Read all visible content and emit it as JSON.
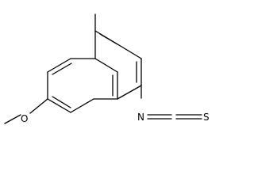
{
  "molecule": {
    "atoms": {
      "nitrogen": "N",
      "sulfur": "S",
      "oxygen": "O"
    },
    "colors": {
      "bond": "#000000",
      "label": "#000000",
      "background": "#ffffff"
    }
  }
}
